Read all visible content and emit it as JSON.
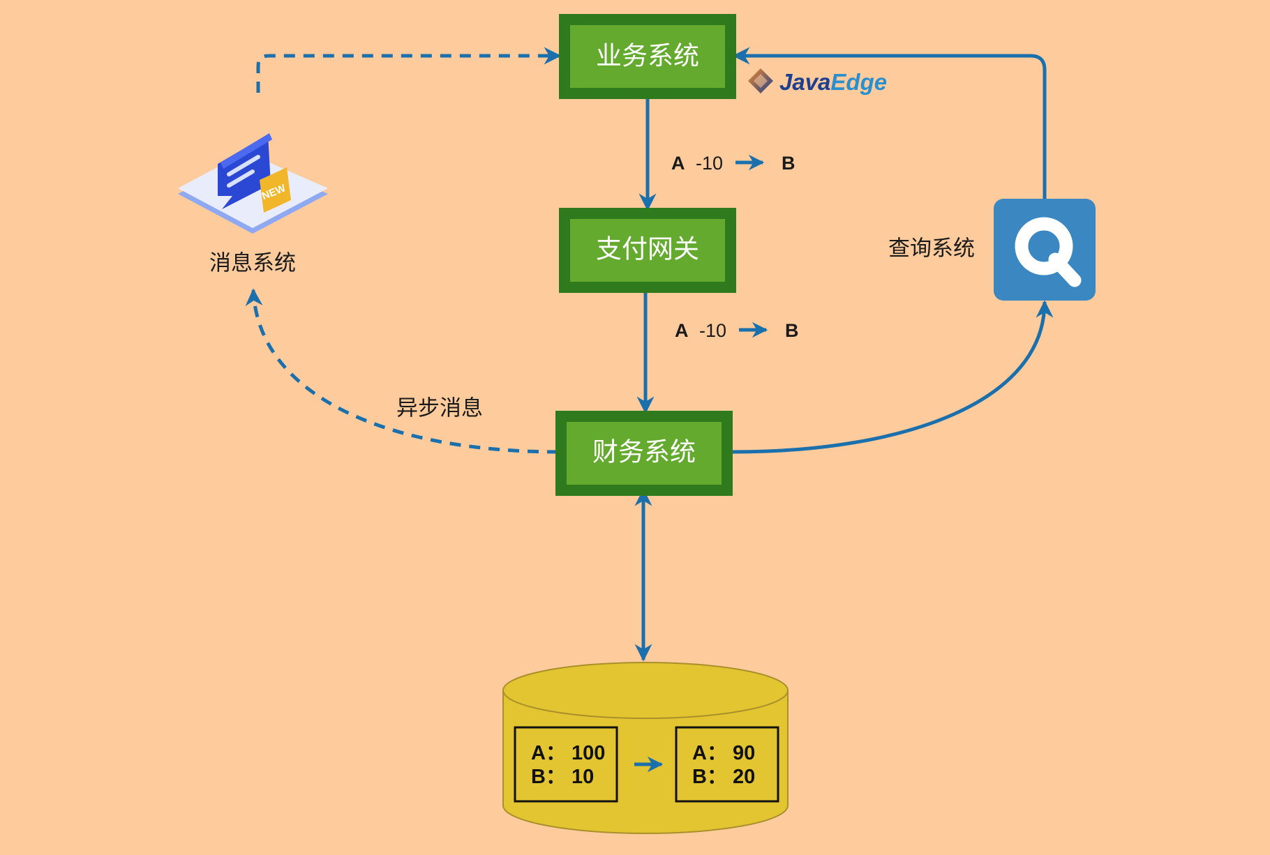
{
  "nodes": {
    "business": {
      "label": "业务系统"
    },
    "gateway": {
      "label": "支付网关"
    },
    "finance": {
      "label": "财务系统"
    },
    "message": {
      "label": "消息系统",
      "badge": "NEW"
    },
    "query": {
      "label": "查询系统",
      "icon_letter": "Q"
    }
  },
  "flows": {
    "top": {
      "from": "A",
      "amount": "-10",
      "to": "B"
    },
    "middle": {
      "from": "A",
      "amount": "-10",
      "to": "B"
    }
  },
  "async_label": "异步消息",
  "database": {
    "before": {
      "a": "A：  100",
      "b": "B：  10"
    },
    "after": {
      "a": "A：  90",
      "b": "B：  20"
    }
  },
  "brand": {
    "part1": "Java",
    "part2": "Edge"
  },
  "colors": {
    "background": "#fecb9c",
    "box_outer": "#2f7a1d",
    "box_inner": "#63aa2e",
    "arrow": "#1a6fad",
    "database": "#e3c431",
    "query_icon": "#3a87c1"
  }
}
